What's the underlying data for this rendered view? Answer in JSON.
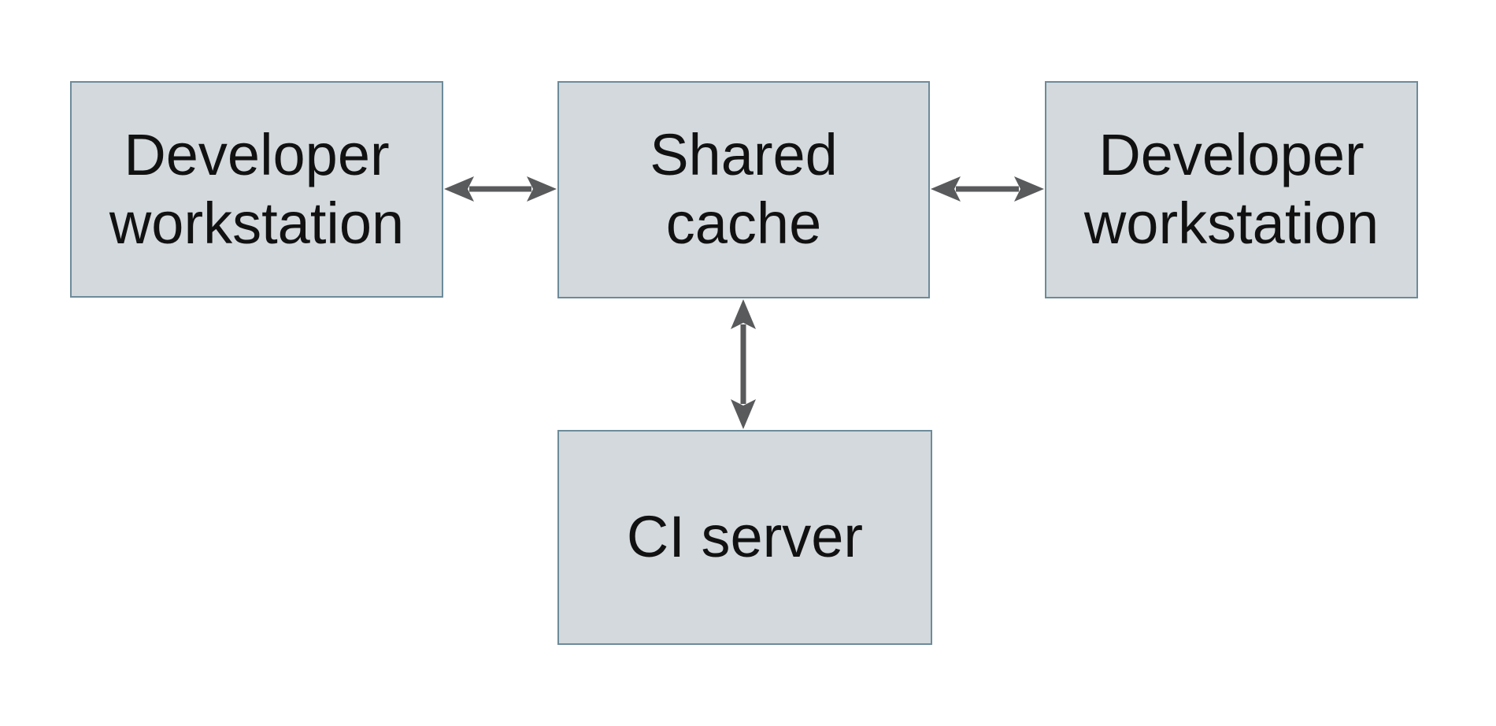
{
  "diagram": {
    "nodes": [
      {
        "id": "developer-workstation-left",
        "lines": [
          "Developer",
          "workstation"
        ]
      },
      {
        "id": "shared-cache",
        "lines": [
          "Shared",
          "cache"
        ]
      },
      {
        "id": "developer-workstation-right",
        "lines": [
          "Developer",
          "workstation"
        ]
      },
      {
        "id": "ci-server",
        "lines": [
          "CI server"
        ]
      }
    ],
    "edges": [
      {
        "from": "developer-workstation-left",
        "to": "shared-cache",
        "type": "bidirectional-arrow"
      },
      {
        "from": "shared-cache",
        "to": "developer-workstation-right",
        "type": "bidirectional-arrow"
      },
      {
        "from": "shared-cache",
        "to": "ci-server",
        "type": "bidirectional-arrow"
      }
    ],
    "colors": {
      "background": "#ffffff",
      "node_fill": "#d3d9dc",
      "node_border": "#6d8b9a",
      "arrow": "#595a5c",
      "text": "#111111"
    }
  }
}
